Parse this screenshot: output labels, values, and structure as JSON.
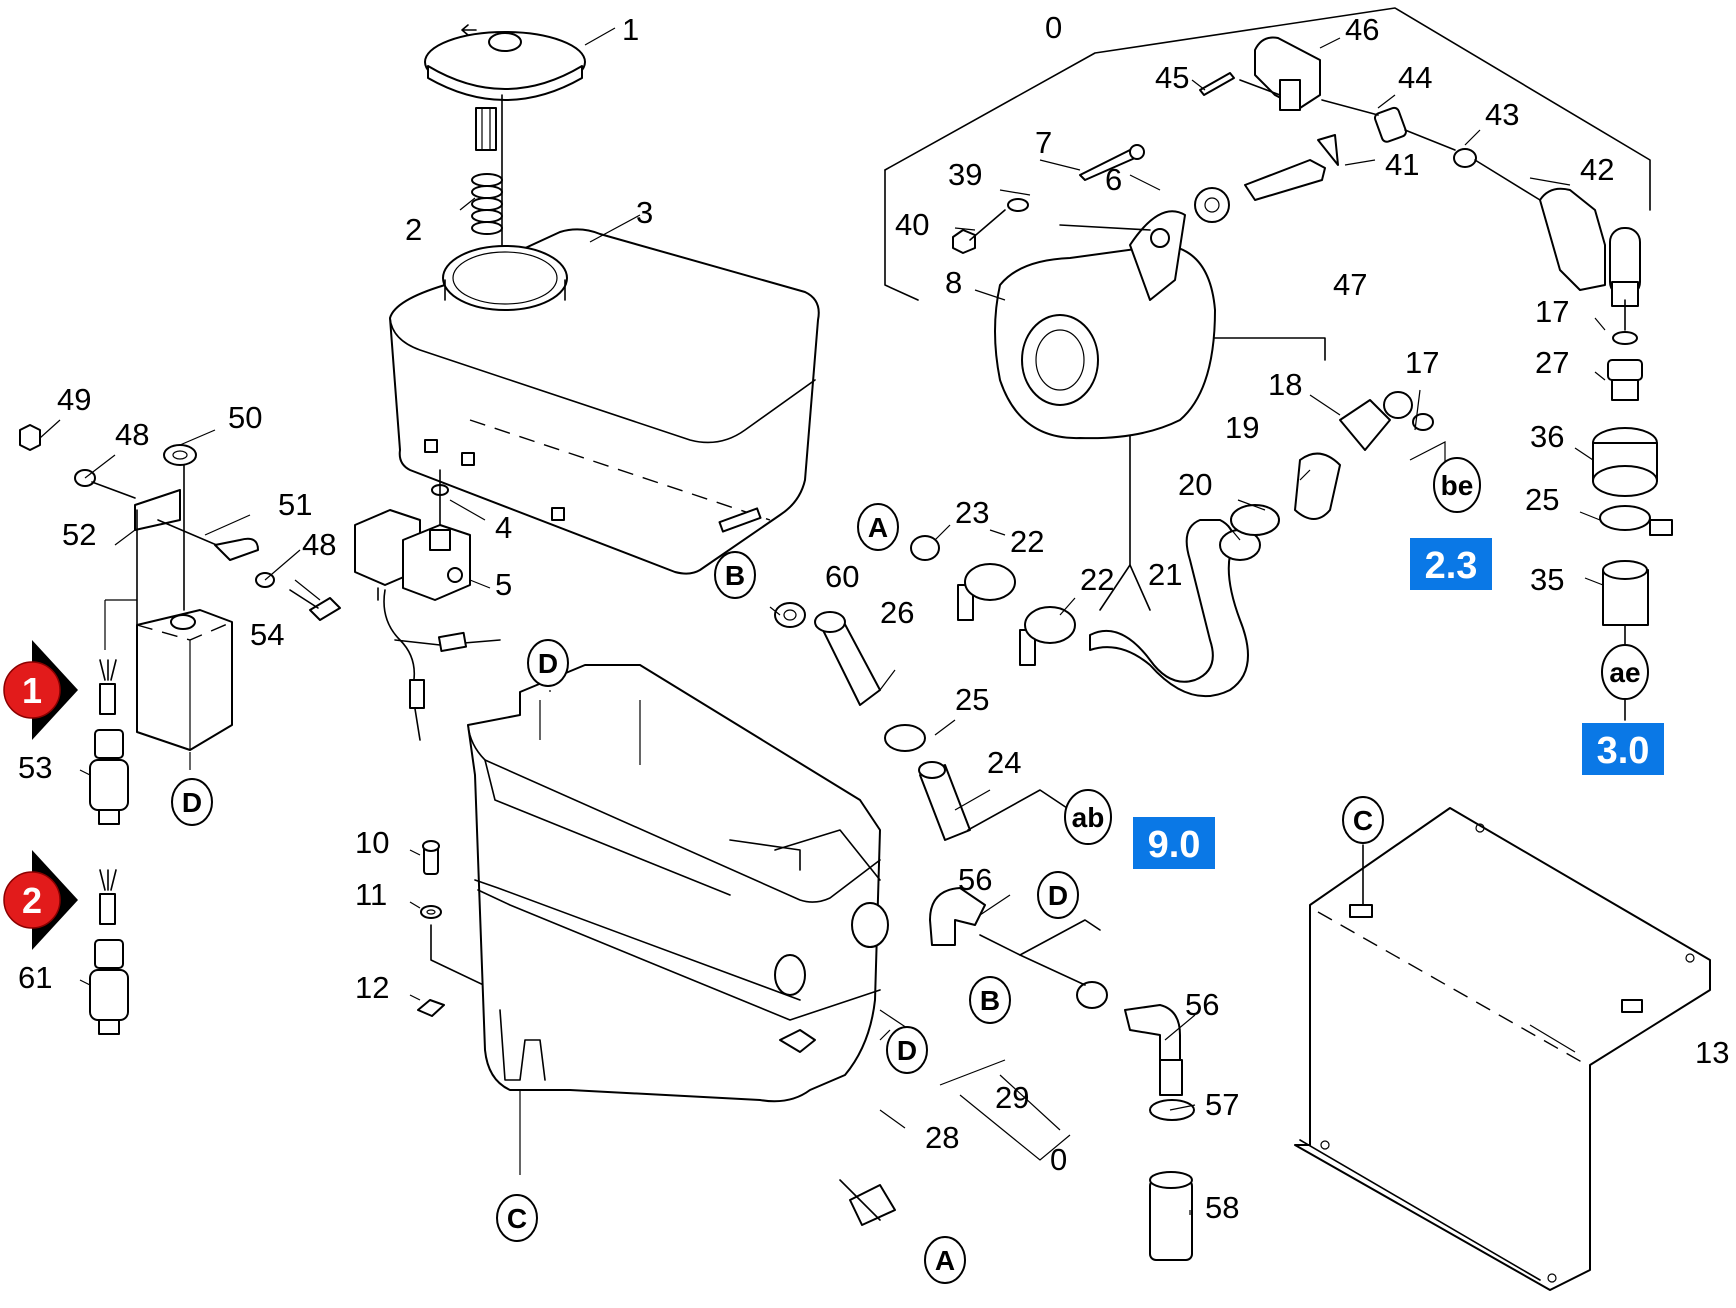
{
  "callouts": [
    {
      "id": "c-1",
      "label": "1"
    },
    {
      "id": "c-2",
      "label": "2"
    },
    {
      "id": "c-3",
      "label": "3"
    },
    {
      "id": "c-4",
      "label": "4"
    },
    {
      "id": "c-5",
      "label": "5"
    },
    {
      "id": "c-6",
      "label": "6"
    },
    {
      "id": "c-7",
      "label": "7"
    },
    {
      "id": "c-8",
      "label": "8"
    },
    {
      "id": "c-10",
      "label": "10"
    },
    {
      "id": "c-11",
      "label": "11"
    },
    {
      "id": "c-12",
      "label": "12"
    },
    {
      "id": "c-13",
      "label": "13"
    },
    {
      "id": "c-17a",
      "label": "17"
    },
    {
      "id": "c-17b",
      "label": "17"
    },
    {
      "id": "c-18",
      "label": "18"
    },
    {
      "id": "c-19",
      "label": "19"
    },
    {
      "id": "c-20",
      "label": "20"
    },
    {
      "id": "c-21",
      "label": "21"
    },
    {
      "id": "c-22a",
      "label": "22"
    },
    {
      "id": "c-22b",
      "label": "22"
    },
    {
      "id": "c-23",
      "label": "23"
    },
    {
      "id": "c-24",
      "label": "24"
    },
    {
      "id": "c-25a",
      "label": "25"
    },
    {
      "id": "c-25b",
      "label": "25"
    },
    {
      "id": "c-26",
      "label": "26"
    },
    {
      "id": "c-27",
      "label": "27"
    },
    {
      "id": "c-28",
      "label": "28"
    },
    {
      "id": "c-29",
      "label": "29"
    },
    {
      "id": "c-0a",
      "label": "0"
    },
    {
      "id": "c-0b",
      "label": "0"
    },
    {
      "id": "c-35",
      "label": "35"
    },
    {
      "id": "c-36",
      "label": "36"
    },
    {
      "id": "c-39",
      "label": "39"
    },
    {
      "id": "c-40",
      "label": "40"
    },
    {
      "id": "c-41",
      "label": "41"
    },
    {
      "id": "c-42",
      "label": "42"
    },
    {
      "id": "c-43",
      "label": "43"
    },
    {
      "id": "c-44",
      "label": "44"
    },
    {
      "id": "c-45",
      "label": "45"
    },
    {
      "id": "c-46",
      "label": "46"
    },
    {
      "id": "c-47",
      "label": "47"
    },
    {
      "id": "c-48a",
      "label": "48"
    },
    {
      "id": "c-48b",
      "label": "48"
    },
    {
      "id": "c-49",
      "label": "49"
    },
    {
      "id": "c-50",
      "label": "50"
    },
    {
      "id": "c-51",
      "label": "51"
    },
    {
      "id": "c-52",
      "label": "52"
    },
    {
      "id": "c-53",
      "label": "53"
    },
    {
      "id": "c-54",
      "label": "54"
    },
    {
      "id": "c-56a",
      "label": "56"
    },
    {
      "id": "c-56b",
      "label": "56"
    },
    {
      "id": "c-57",
      "label": "57"
    },
    {
      "id": "c-58",
      "label": "58"
    },
    {
      "id": "c-60",
      "label": "60"
    },
    {
      "id": "c-61",
      "label": "61"
    }
  ],
  "connectors": [
    {
      "id": "o-a1",
      "label": "A"
    },
    {
      "id": "o-a2",
      "label": "A"
    },
    {
      "id": "o-b1",
      "label": "B"
    },
    {
      "id": "o-b2",
      "label": "B"
    },
    {
      "id": "o-c1",
      "label": "C"
    },
    {
      "id": "o-c2",
      "label": "C"
    },
    {
      "id": "o-d1",
      "label": "D"
    },
    {
      "id": "o-d2",
      "label": "D"
    },
    {
      "id": "o-d3",
      "label": "D"
    },
    {
      "id": "o-d4",
      "label": "D"
    },
    {
      "id": "o-be",
      "label": "be"
    },
    {
      "id": "o-ae",
      "label": "ae"
    },
    {
      "id": "o-ab",
      "label": "ab"
    }
  ],
  "page_refs": {
    "ref_23": "2.3",
    "ref_30": "3.0",
    "ref_90": "9.0"
  },
  "variants": {
    "v1": "1",
    "v2": "2"
  },
  "colors": {
    "ref_blue": "#0a78e6",
    "variant_red": "#e21b1b"
  }
}
